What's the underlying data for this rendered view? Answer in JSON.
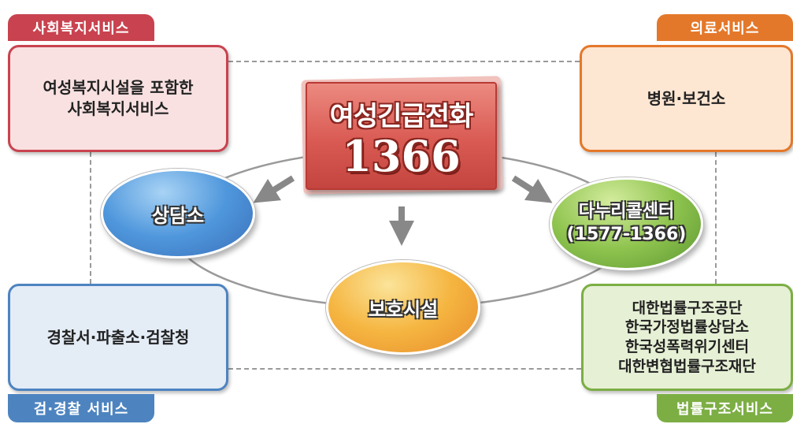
{
  "hotline": {
    "title": "여성긴급전화",
    "number": "1366"
  },
  "nodes": {
    "counsel": "상담소",
    "center_name": "다누리콜센터",
    "center_number": "(1577-1366)",
    "shelter": "보호시설"
  },
  "services": {
    "social": {
      "tag": "사회복지서비스",
      "line1": "여성복지시설을 포함한",
      "line2": "사회복지서비스"
    },
    "medical": {
      "tag": "의료서비스",
      "text": "병원·보건소"
    },
    "police": {
      "tag": "검·경찰 서비스",
      "text": "경찰서·파출소·검찰청"
    },
    "legal": {
      "tag": "법률구조서비스",
      "items": [
        "대한법률구조공단",
        "한국가정법률상담소",
        "한국성폭력위기센터",
        "대한변협법률구조재단"
      ]
    }
  },
  "colors": {
    "social": "#c8434f",
    "medical": "#e4782a",
    "police": "#4d84c0",
    "legal": "#7cae44",
    "hotline": "#d95a53"
  }
}
